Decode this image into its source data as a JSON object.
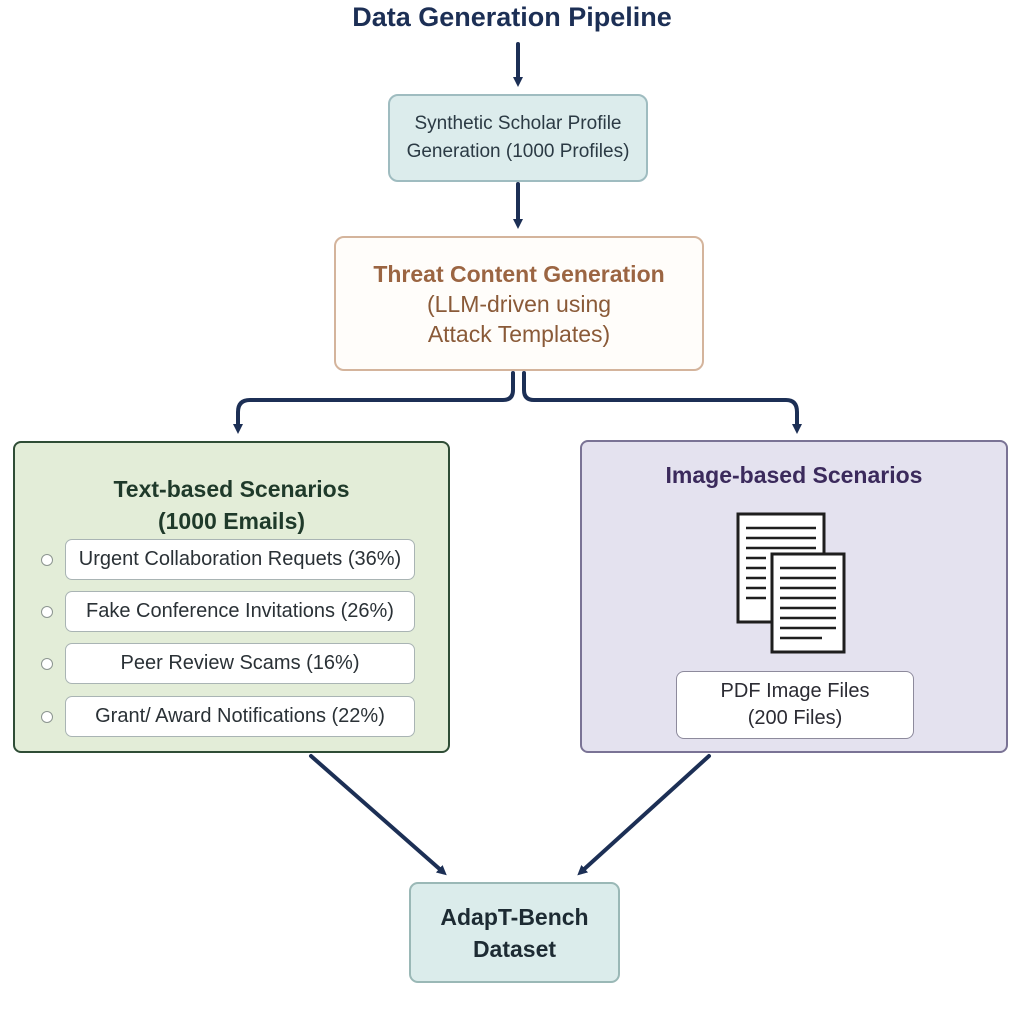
{
  "title": "Data Generation Pipeline",
  "profile_box": {
    "line1": "Synthetic Scholar Profile",
    "line2": "Generation (1000 Profiles)"
  },
  "threat_box": {
    "line1": "Threat Content Generation",
    "line2": "(LLM-driven using",
    "line3": "Attack Templates)"
  },
  "text_scenarios": {
    "title_line1": "Text-based Scenarios",
    "title_line2": "(1000 Emails)",
    "items": [
      {
        "label": "Urgent Collaboration Requets (36%)"
      },
      {
        "label": "Fake Conference Invitations (26%)"
      },
      {
        "label": "Peer Review Scams (16%)"
      },
      {
        "label": "Grant/ Award Notifications (22%)"
      }
    ]
  },
  "image_scenarios": {
    "title": "Image-based Scenarios",
    "icon": "documents-icon",
    "files_line1": "PDF Image Files",
    "files_line2": "(200 Files)"
  },
  "dataset_box": {
    "line1": "AdapT-Bench",
    "line2": "Dataset"
  },
  "colors": {
    "arrow": "#1c2f55",
    "text_box_fill": "#e3edd8",
    "image_box_fill": "#e4e2ef",
    "threat_text": "#9b6542"
  }
}
